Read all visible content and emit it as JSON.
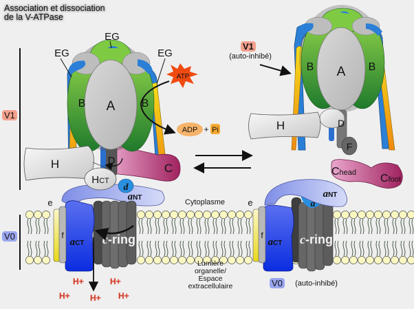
{
  "title": {
    "line1": "Association et dissociation",
    "line2": "de la V-ATPase"
  },
  "sections": {
    "v1": "V1",
    "v0": "V0"
  },
  "left_complex": {
    "eg_labels": [
      "EG",
      "EG",
      "EG"
    ],
    "subunit_a": "A",
    "subunit_b_left": "B",
    "subunit_b_right": "B",
    "subunit_h": "H",
    "subunit_hct_main": "H",
    "subunit_hct_sub": "CT",
    "subunit_d_upper": "D",
    "subunit_c": "C",
    "subunit_small_d": "d",
    "subunit_ant_main": "a",
    "subunit_ant_sub": "NT",
    "subunit_act_main": "a",
    "subunit_act_sub": "CT",
    "subunit_e": "e",
    "subunit_f": "f",
    "c_ring_italic": "c",
    "c_ring_rest": "-ring",
    "atp": "ATP",
    "adp": "ADP",
    "plus": "+",
    "pi": "Pi",
    "protons": [
      "H+",
      "H+",
      "H+",
      "H+",
      "H+"
    ]
  },
  "right_complex": {
    "v1_label": "V1",
    "v1_state": "(auto-inhibé)",
    "subunit_a": "A",
    "subunit_b_left": "B",
    "subunit_b_right": "B",
    "subunit_h": "H",
    "subunit_d_upper": "D",
    "subunit_f_upper": "F",
    "c_head_main": "C",
    "c_head_sub": "head",
    "c_foot_main": "C",
    "c_foot_sub": "foot",
    "subunit_small_d": "d",
    "subunit_ant_main": "a",
    "subunit_ant_sub": "NT",
    "subunit_act_main": "a",
    "subunit_act_sub": "CT",
    "subunit_e": "e",
    "subunit_f": "f",
    "c_ring_italic": "c",
    "c_ring_rest": "-ring",
    "v0_label": "V0",
    "v0_state": "(auto-inhibé)"
  },
  "compartments": {
    "cytoplasm": "Cytoplasme",
    "lumen_line1": "Lumière",
    "lumen_line2": "organelle/",
    "lumen_line3": "Espace",
    "lumen_line4": "extracellulaire"
  },
  "colors": {
    "background": "#efefef",
    "subunit_a": "#c4c4c4",
    "subunit_b": "#2f9a35",
    "subunit_b_light": "#8ed24a",
    "eg_blue": "#2b7fd6",
    "eg_yellow": "#f0d21a",
    "eg_orange": "#ef8a12",
    "subunit_c": "#b0306e",
    "a_nt": "#a9b4ee",
    "a_ct": "#2340e0",
    "c_ring": "#666666",
    "lipid_head": "#fbf7c2",
    "v1_tag": "#f3a08c",
    "v0_tag": "#9aa6ee",
    "atp_burst": "#f04a10",
    "adp_bubble": "#f6b36a",
    "proton": "#c62f1f"
  }
}
